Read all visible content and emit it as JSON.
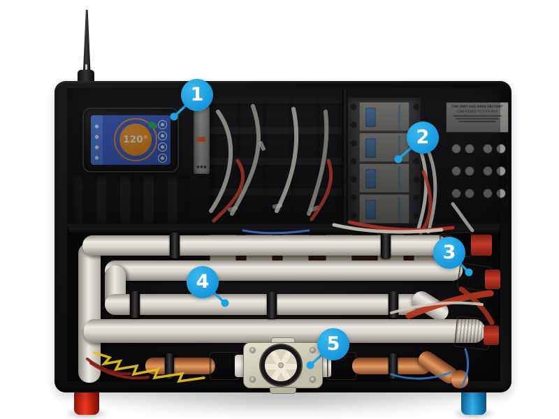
{
  "display": {
    "temperature": "120°",
    "sidebar_icons": [
      "power-icon",
      "droplet-icon",
      "vacation-icon",
      "cloud-icon"
    ],
    "action_icons": [
      "settings-icon",
      "schedule-icon",
      "camera-icon",
      "usage-icon"
    ],
    "leaf_icon": "leaf-eco-icon"
  },
  "callouts": [
    {
      "number": "1"
    },
    {
      "number": "2"
    },
    {
      "number": "3"
    },
    {
      "number": "4"
    },
    {
      "number": "5"
    }
  ],
  "config_label": {
    "line1": "THE UNIT HAS BEEN FACTORY",
    "line2": "CONFIGURED TO 150A MAX"
  },
  "colors": {
    "callout_blue": "#1BA3E3",
    "screen_blue": "#3B62D0",
    "screen_sidebar_blue": "#4B80E8",
    "dial_orange": "#F8941D",
    "leaf_green": "#35B45A",
    "hot_cap_red": "#D7261A",
    "cold_cap_blue": "#1E9CD8",
    "brass": "#C9A04C",
    "copper": "#B06A3C"
  }
}
